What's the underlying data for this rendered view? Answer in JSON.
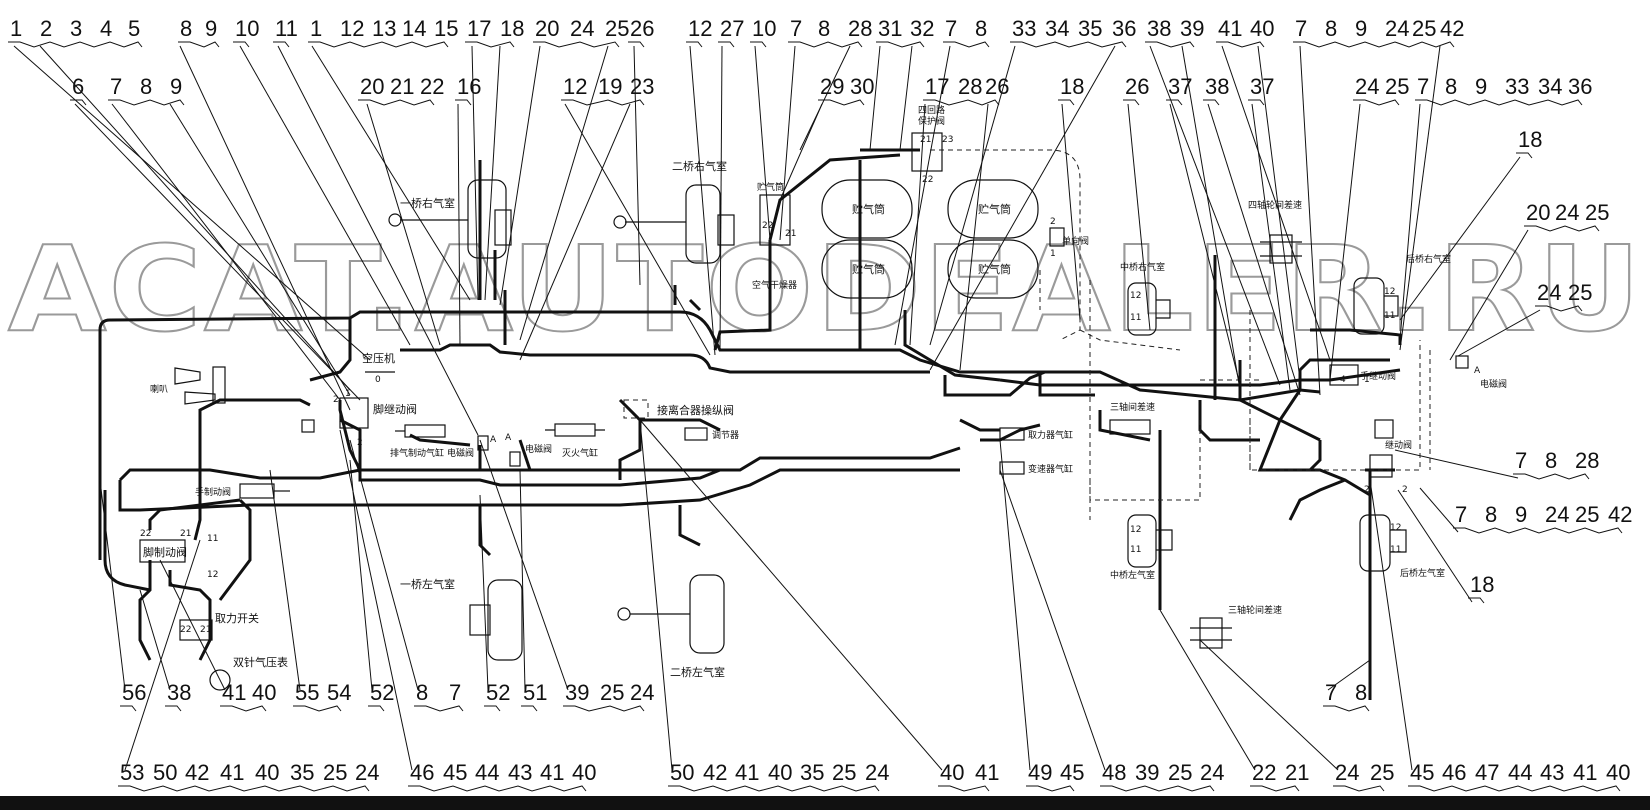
{
  "watermark": "ACAT.AUTODEALER.RU",
  "top_callouts": [
    {
      "id": "t1",
      "nums": [
        "1",
        "2",
        "3",
        "4",
        "5"
      ]
    },
    {
      "id": "t2",
      "nums": [
        "8",
        "9"
      ]
    },
    {
      "id": "t3",
      "nums": [
        "10"
      ]
    },
    {
      "id": "t4",
      "nums": [
        "11"
      ]
    },
    {
      "id": "t5",
      "nums": [
        "1",
        "12",
        "13",
        "14",
        "15"
      ]
    },
    {
      "id": "t6",
      "nums": [
        "17",
        "18"
      ]
    },
    {
      "id": "t7",
      "nums": [
        "20",
        "24",
        "25"
      ]
    },
    {
      "id": "t8",
      "nums": [
        "26"
      ]
    },
    {
      "id": "t9",
      "nums": [
        "12"
      ]
    },
    {
      "id": "t10",
      "nums": [
        "27"
      ]
    },
    {
      "id": "t11",
      "nums": [
        "10"
      ]
    },
    {
      "id": "t12",
      "nums": [
        "7",
        "8",
        "28"
      ]
    },
    {
      "id": "t13",
      "nums": [
        "31",
        "32"
      ]
    },
    {
      "id": "t14",
      "nums": [
        "7",
        "8"
      ]
    },
    {
      "id": "t15",
      "nums": [
        "33",
        "34",
        "35",
        "36"
      ]
    },
    {
      "id": "t16",
      "nums": [
        "38",
        "39"
      ]
    },
    {
      "id": "t17",
      "nums": [
        "41",
        "40"
      ]
    },
    {
      "id": "t18",
      "nums": [
        "7",
        "8",
        "9",
        "24",
        "25",
        "42"
      ]
    },
    {
      "id": "r2a",
      "nums": [
        "6"
      ]
    },
    {
      "id": "r2b",
      "nums": [
        "7",
        "8",
        "9"
      ]
    },
    {
      "id": "r2c",
      "nums": [
        "20",
        "21",
        "22"
      ]
    },
    {
      "id": "r2d",
      "nums": [
        "16"
      ]
    },
    {
      "id": "r2e",
      "nums": [
        "12",
        "19",
        "23"
      ]
    },
    {
      "id": "r2f",
      "nums": [
        "29",
        "30"
      ]
    },
    {
      "id": "r2g",
      "nums": [
        "17",
        "28",
        "26"
      ]
    },
    {
      "id": "r2h",
      "nums": [
        "18"
      ]
    },
    {
      "id": "r2i",
      "nums": [
        "26"
      ]
    },
    {
      "id": "r2j",
      "nums": [
        "37"
      ]
    },
    {
      "id": "r2k",
      "nums": [
        "38"
      ]
    },
    {
      "id": "r2l",
      "nums": [
        "37"
      ]
    },
    {
      "id": "r2m",
      "nums": [
        "24",
        "25"
      ]
    },
    {
      "id": "r2n",
      "nums": [
        "7",
        "8",
        "9",
        "33",
        "34",
        "36"
      ]
    },
    {
      "id": "r3a",
      "nums": [
        "18"
      ]
    },
    {
      "id": "r3b",
      "nums": [
        "20",
        "24",
        "25"
      ]
    },
    {
      "id": "r3c",
      "nums": [
        "24",
        "25"
      ]
    },
    {
      "id": "r3d",
      "nums": [
        "7",
        "8",
        "28"
      ]
    },
    {
      "id": "r3e",
      "nums": [
        "7",
        "8",
        "9",
        "24",
        "25",
        "42"
      ]
    },
    {
      "id": "r3f",
      "nums": [
        "18"
      ]
    }
  ],
  "bottom_callouts": [
    {
      "id": "b1",
      "nums": [
        "56"
      ]
    },
    {
      "id": "b2",
      "nums": [
        "38"
      ]
    },
    {
      "id": "b3",
      "nums": [
        "41",
        "40"
      ]
    },
    {
      "id": "b4",
      "nums": [
        "55",
        "54"
      ]
    },
    {
      "id": "b5",
      "nums": [
        "52"
      ]
    },
    {
      "id": "b6",
      "nums": [
        "8",
        "7"
      ]
    },
    {
      "id": "b7",
      "nums": [
        "52"
      ]
    },
    {
      "id": "b8",
      "nums": [
        "51"
      ]
    },
    {
      "id": "b9",
      "nums": [
        "39",
        "25",
        "24"
      ]
    },
    {
      "id": "b10",
      "nums": [
        "7",
        "8"
      ]
    },
    {
      "id": "c1",
      "nums": [
        "53",
        "50",
        "42",
        "41",
        "40",
        "35",
        "25",
        "24"
      ]
    },
    {
      "id": "c2",
      "nums": [
        "46",
        "45",
        "44",
        "43",
        "41",
        "40"
      ]
    },
    {
      "id": "c3",
      "nums": [
        "50",
        "42",
        "41",
        "40",
        "35",
        "25",
        "24"
      ]
    },
    {
      "id": "c4",
      "nums": [
        "40",
        "41"
      ]
    },
    {
      "id": "c5",
      "nums": [
        "49",
        "45"
      ]
    },
    {
      "id": "c6",
      "nums": [
        "48",
        "39",
        "25",
        "24"
      ]
    },
    {
      "id": "c7",
      "nums": [
        "22",
        "21"
      ]
    },
    {
      "id": "c8",
      "nums": [
        "24",
        "25"
      ]
    },
    {
      "id": "c9",
      "nums": [
        "45",
        "46",
        "47",
        "44",
        "43",
        "41",
        "40"
      ]
    }
  ],
  "components": {
    "axle1_right_chamber": "一桥右气室",
    "axle2_right_chamber": "二桥右气室",
    "air_tank_small": "贮气筒",
    "air_dryer": "空气干燥器",
    "four_circuit_valve_l1": "四回路",
    "four_circuit_valve_l2": "保护阀",
    "air_tank": "贮气筒",
    "check_valve": "单向阀",
    "axle4_diff_lock": "四轴轮间差速",
    "mid_axle_right_chamber": "中桥右气室",
    "rear_axle_right_chamber": "后桥右气室",
    "horn": "喇叭",
    "compressor": "空压机",
    "foot_relay_valve": "脚继动阀",
    "exhaust_brake_cyl": "排气制动气缸",
    "solenoid_valve": "电磁阀",
    "flameout_cyl": "灭火气缸",
    "clutch_valve": "接离合器操纵阀",
    "regulator": "调节器",
    "pto_cyl": "取力器气缸",
    "shift_cyl": "变速器气缸",
    "interaxle_diff": "三轴间差速",
    "hand_brake_valve": "手制动阀",
    "hand_relay_valve": "手继动阀",
    "relay_valve": "继动阀",
    "foot_brake_valve": "脚制动阀",
    "pto_switch": "取力开关",
    "dual_gauge": "双针气压表",
    "axle1_left_chamber": "一桥左气室",
    "axle2_left_chamber": "二桥左气室",
    "mid_axle_left_chamber": "中桥左气室",
    "rear_axle_left_chamber": "后桥左气室",
    "axle3_diff_lock": "三轴轮间差速",
    "port_a": "A",
    "port_11": "11",
    "port_12": "12",
    "port_21": "21",
    "port_22": "22",
    "port_23": "23",
    "port_1": "1",
    "port_2": "2",
    "port_0": "0",
    "port_4": "4"
  }
}
